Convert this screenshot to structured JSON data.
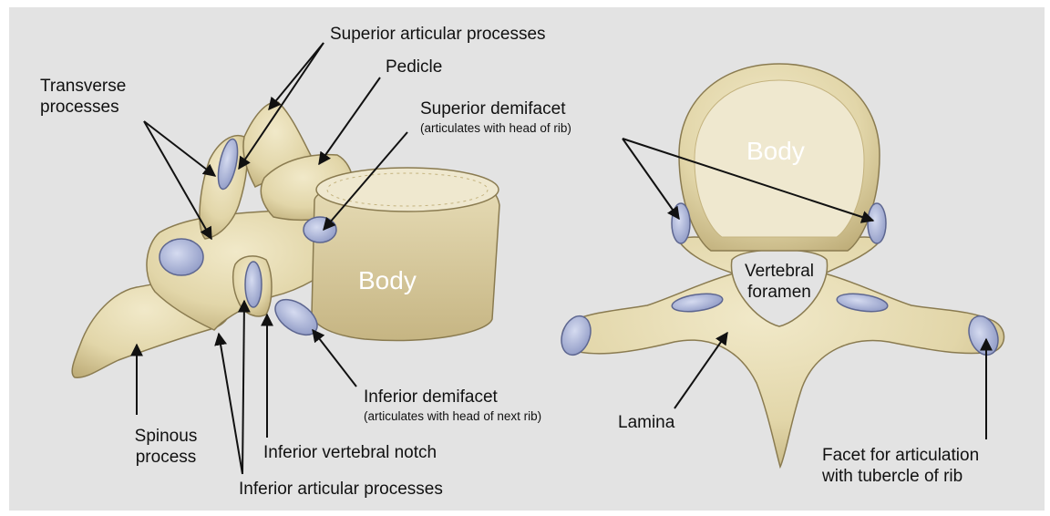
{
  "labels": {
    "superior_articular_processes": "Superior articular processes",
    "pedicle": "Pedicle",
    "transverse_processes": "Transverse\nprocesses",
    "superior_demifacet": "Superior demifacet",
    "superior_demifacet_note": "(articulates with head of rib)",
    "body_lateral": "Body",
    "inferior_demifacet": "Inferior demifacet",
    "inferior_demifacet_note": "(articulates with head of next rib)",
    "spinous_process": "Spinous\nprocess",
    "inferior_vertebral_notch": "Inferior vertebral notch",
    "inferior_articular_processes": "Inferior articular processes",
    "body_superior": "Body",
    "vertebral_foramen": "Vertebral\nforamen",
    "lamina": "Lamina",
    "facet_tubercle": "Facet for articulation\nwith tubercle of rib"
  },
  "colors": {
    "bone": "#e6dcb4",
    "bone_shadow": "#c9b986",
    "bone_outline": "#8a7b50",
    "cancellous": "#efe8cf",
    "facet": "#aab4d6",
    "background": "#e3e3e3"
  }
}
